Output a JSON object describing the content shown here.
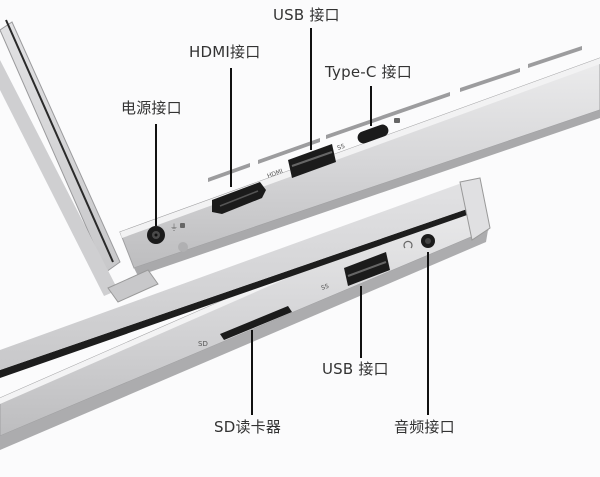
{
  "labels": {
    "power": "电源接口",
    "hdmi": "HDMI接口",
    "usb_top": "USB 接口",
    "typec": "Type-C 接口",
    "sd": "SD读卡器",
    "usb_bottom": "USB 接口",
    "audio": "音频接口"
  },
  "port_markings": {
    "hdmi": "HDMI",
    "usb_top": "SS",
    "usb_bottom": "SS",
    "sd": "SD"
  },
  "colors": {
    "background": "#fbfbfc",
    "chassis": "#d8d8da",
    "chassis_shadow": "#a9a9ab",
    "port": "#1b1b1b",
    "leader_line": "#111111",
    "label_text": "#333333"
  }
}
